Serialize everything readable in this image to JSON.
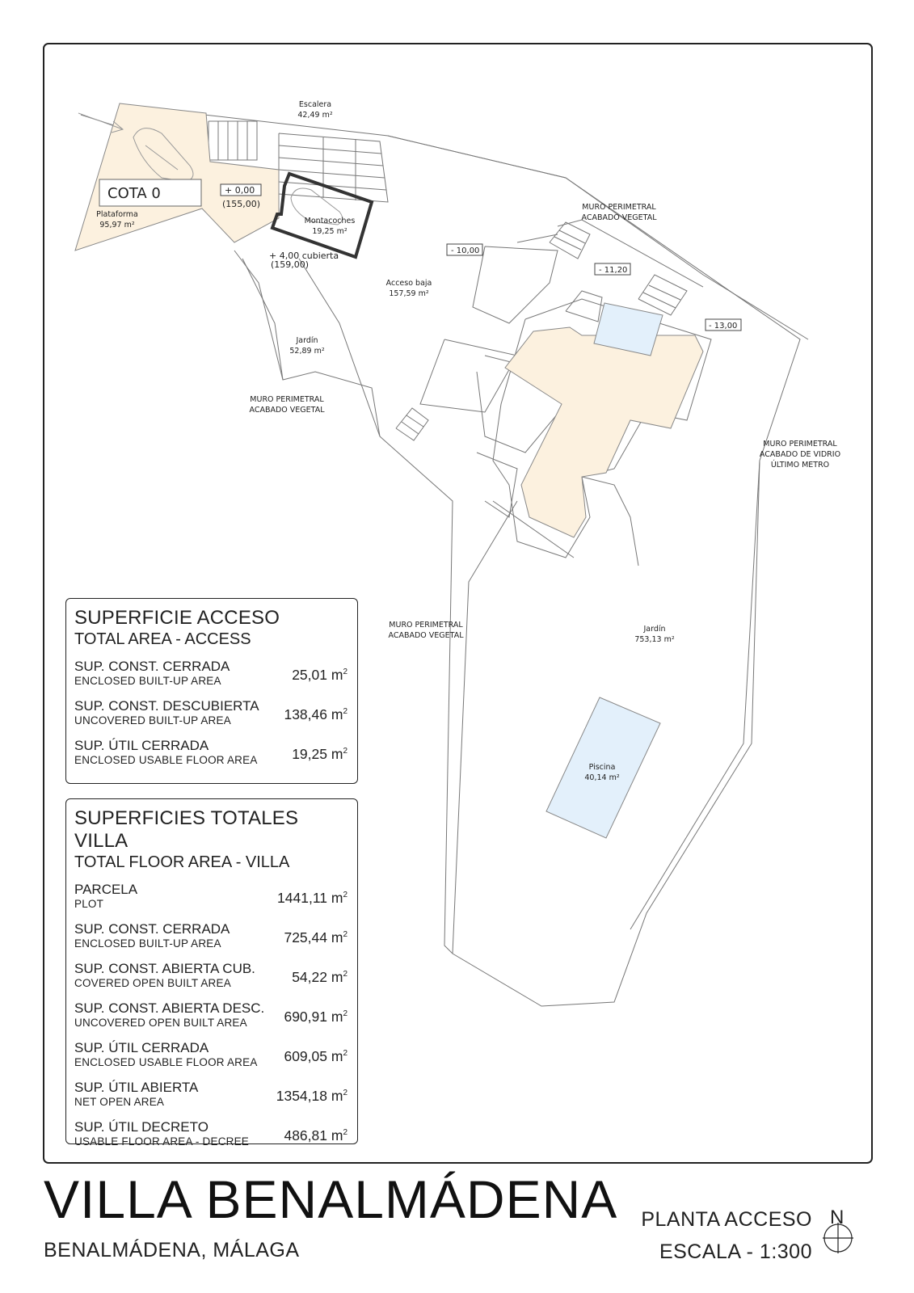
{
  "plan": {
    "labels": {
      "escalera": {
        "name": "Escalera",
        "area": "42,49 m²"
      },
      "plataforma": {
        "name": "Plataforma",
        "area": "95,97 m²"
      },
      "montacoches": {
        "name": "Montacoches",
        "area": "19,25 m²"
      },
      "acceso_baja": {
        "name": "Acceso baja",
        "area": "157,59 m²"
      },
      "jardin_small": {
        "name": "Jardín",
        "area": "52,89 m²"
      },
      "jardin_large": {
        "name": "Jardín",
        "area": "753,13 m²"
      },
      "piscina": {
        "name": "Piscina",
        "area": "40,14 m²"
      },
      "muro_ne": {
        "line1": "MURO PERIMETRAL",
        "line2": "ACABADO VEGETAL"
      },
      "muro_w": {
        "line1": "MURO PERIMETRAL",
        "line2": "ACABADO VEGETAL"
      },
      "muro_c": {
        "line1": "MURO PERIMETRAL",
        "line2": "ACABADO VEGETAL"
      },
      "muro_e": {
        "line1": "MURO PERIMETRAL",
        "line2": "ACABADO DE VIDRIO",
        "line3": "ÚLTIMO METRO"
      }
    },
    "cota": "COTA 0",
    "level_0": "+ 0,00",
    "level_0_abs": "(155,00)",
    "level_cub": "+ 4,00 cubierta",
    "level_cub_abs": "(159,00)",
    "level_m10": "- 10,00",
    "level_m11": "- 11,20",
    "level_m13": "- 13,00"
  },
  "access_table": {
    "title": "SUPERFICIE ACCESO",
    "subtitle": "TOTAL AREA - ACCESS",
    "rows": [
      {
        "es": "SUP. CONST. CERRADA",
        "en": "ENCLOSED BUILT-UP AREA",
        "value": "25,01 m",
        "unit_exp": "2"
      },
      {
        "es": "SUP. CONST. DESCUBIERTA",
        "en": "UNCOVERED BUILT-UP AREA",
        "value": "138,46 m",
        "unit_exp": "2"
      },
      {
        "es": "SUP. ÚTIL CERRADA",
        "en": "ENCLOSED USABLE FLOOR AREA",
        "value": "19,25 m",
        "unit_exp": "2"
      }
    ]
  },
  "totals_table": {
    "title": "SUPERFICIES TOTALES VILLA",
    "subtitle": "TOTAL FLOOR AREA - VILLA",
    "rows": [
      {
        "es": "PARCELA",
        "en": "PLOT",
        "value": "1441,11 m",
        "unit_exp": "2"
      },
      {
        "es": "SUP. CONST. CERRADA",
        "en": "ENCLOSED BUILT-UP AREA",
        "value": "725,44 m",
        "unit_exp": "2"
      },
      {
        "es": "SUP. CONST. ABIERTA CUB.",
        "en": "COVERED OPEN BUILT AREA",
        "value": "54,22 m",
        "unit_exp": "2"
      },
      {
        "es": "SUP. CONST. ABIERTA DESC.",
        "en": "UNCOVERED OPEN BUILT AREA",
        "value": "690,91 m",
        "unit_exp": "2"
      },
      {
        "es": "SUP. ÚTIL CERRADA",
        "en": "ENCLOSED USABLE FLOOR AREA",
        "value": "609,05 m",
        "unit_exp": "2"
      },
      {
        "es": "SUP. ÚTIL ABIERTA",
        "en": "NET OPEN AREA",
        "value": "1354,18 m",
        "unit_exp": "2"
      },
      {
        "es": "SUP. ÚTIL DECRETO",
        "en": "USABLE FLOOR AREA - DECREE",
        "value": "486,81 m",
        "unit_exp": "2"
      }
    ]
  },
  "footer": {
    "title": "VILLA BENALMÁDENA",
    "location": "BENALMÁDENA, MÁLAGA",
    "sheet": "PLANTA ACCESO",
    "scale": "ESCALA - 1:300",
    "north": "N"
  },
  "colors": {
    "floor_fill": "#fcf1df",
    "pool_fill": "#e3f0fb",
    "line": "#555555"
  }
}
